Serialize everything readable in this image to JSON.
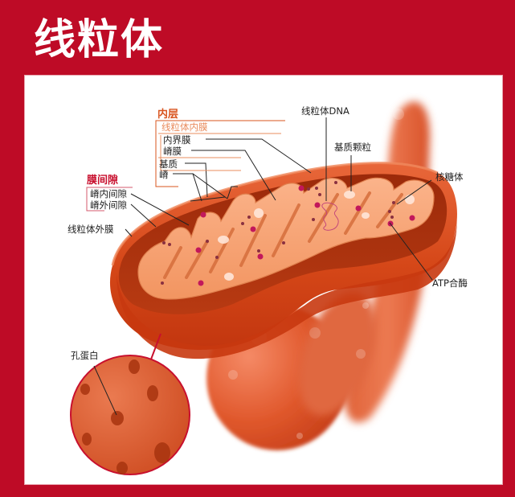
{
  "title": "线粒体",
  "colors": {
    "frame": "#be0b26",
    "panel": "#ffffff",
    "outer_membrane": "#d9451a",
    "inner_membrane": "#f4a070",
    "matrix": "#f7a47a",
    "inner_group_accent": "#d9541e",
    "intermembrane_group_accent": "#c8102e",
    "ribosome": "#8a3040",
    "atp_synthase": "#c2185b"
  },
  "labels": {
    "inner_group": {
      "heading": "内层",
      "subheading": "线粒体内膜",
      "items": [
        "内界膜",
        "嵴膜",
        "基质",
        "嵴"
      ]
    },
    "intermembrane_group": {
      "heading": "膜间隙",
      "items": [
        "嵴内间隙",
        "嵴外间隙"
      ]
    },
    "outer_membrane": "线粒体外膜",
    "mito_dna": "线粒体DNA",
    "matrix_granule": "基质颗粒",
    "ribosome": "核糖体",
    "atp_synthase": "ATP合酶",
    "porin": "孔蛋白"
  }
}
